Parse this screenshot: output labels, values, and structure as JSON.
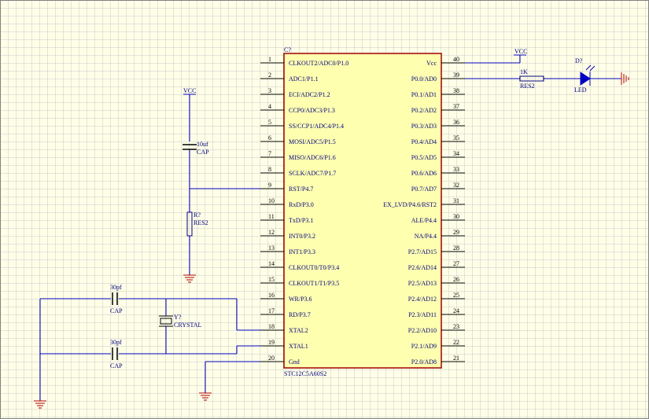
{
  "chip": {
    "designator": "C?",
    "part": "STC12C5A60S2",
    "left_pins": [
      {
        "num": "1",
        "name": "CLKOUT2/ADC0/P1.0"
      },
      {
        "num": "2",
        "name": "ADC1/P1.1"
      },
      {
        "num": "3",
        "name": "ECI/ADC2/P1.2"
      },
      {
        "num": "4",
        "name": "CCP0/ADC3/P1.3"
      },
      {
        "num": "5",
        "name": "SS/CCP1/ADC4/P1.4"
      },
      {
        "num": "6",
        "name": "MOSI/ADC5/P1.5"
      },
      {
        "num": "7",
        "name": "MISO/ADC6/P1.6"
      },
      {
        "num": "8",
        "name": "SCLK/ADC7/P1.7"
      },
      {
        "num": "9",
        "name": "RST/P4.7"
      },
      {
        "num": "10",
        "name": "RxD/P3.0"
      },
      {
        "num": "11",
        "name": "TxD/P3.1"
      },
      {
        "num": "12",
        "name": "INT0/P3.2"
      },
      {
        "num": "13",
        "name": "INT1/P3.3"
      },
      {
        "num": "14",
        "name": "CLKOUT0/T0/P3.4"
      },
      {
        "num": "15",
        "name": "CLKOUT1/T1/P3.5"
      },
      {
        "num": "16",
        "name": "WR/P3.6"
      },
      {
        "num": "17",
        "name": "RD/P3.7"
      },
      {
        "num": "18",
        "name": "XTAL2"
      },
      {
        "num": "19",
        "name": "XTAL1"
      },
      {
        "num": "20",
        "name": "Gnd"
      }
    ],
    "right_pins": [
      {
        "num": "40",
        "name": "Vcc"
      },
      {
        "num": "39",
        "name": "P0.0/AD0"
      },
      {
        "num": "38",
        "name": "P0.1/AD1"
      },
      {
        "num": "37",
        "name": "P0.2/AD2"
      },
      {
        "num": "36",
        "name": "P0.3/AD3"
      },
      {
        "num": "35",
        "name": "P0.4/AD4"
      },
      {
        "num": "34",
        "name": "P0.5/AD5"
      },
      {
        "num": "33",
        "name": "P0.6/AD6"
      },
      {
        "num": "32",
        "name": "P0.7/AD7"
      },
      {
        "num": "31",
        "name": "EX_LVD/P4.6/RST2"
      },
      {
        "num": "30",
        "name": "ALE/P4.4"
      },
      {
        "num": "29",
        "name": "NA/P4.4"
      },
      {
        "num": "28",
        "name": "P2.7/AD15"
      },
      {
        "num": "27",
        "name": "P2.6/AD14"
      },
      {
        "num": "26",
        "name": "P2.5/AD13"
      },
      {
        "num": "25",
        "name": "P2.4/AD12"
      },
      {
        "num": "24",
        "name": "P2.3/AD11"
      },
      {
        "num": "23",
        "name": "P2.2/AD10"
      },
      {
        "num": "22",
        "name": "P2.1/AD9"
      },
      {
        "num": "21",
        "name": "P2.0/AD8"
      }
    ]
  },
  "vcc_top": "VCC",
  "vcc_left": "VCC",
  "res_top": {
    "value": "1K",
    "type": "RES2"
  },
  "led": {
    "designator": "D?",
    "type": "LED"
  },
  "cap_reset": {
    "value": "10uf",
    "type": "CAP"
  },
  "res_reset": {
    "designator": "R?",
    "type": "RES2"
  },
  "cap_xtal_top": {
    "value": "30pf",
    "type": "CAP"
  },
  "cap_xtal_bottom": {
    "value": "30pf",
    "type": "CAP"
  },
  "crystal": {
    "designator": "Y?",
    "type": "CRYSTAL"
  },
  "colors": {
    "wire": "#0000c0",
    "ground": "#b00000",
    "chip_fill": "#ffffb0",
    "chip_border": "#a00000",
    "grid": "#c8c8c8",
    "led": "#0000c0"
  }
}
